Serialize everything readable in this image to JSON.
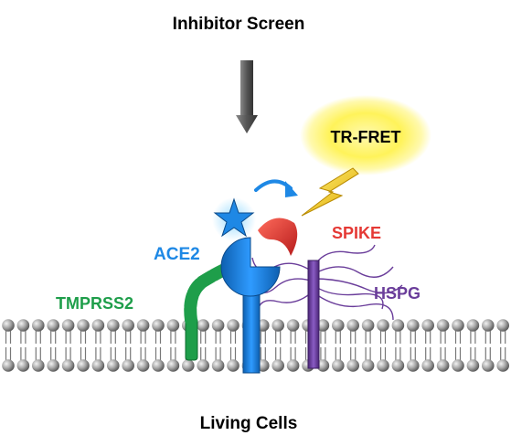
{
  "title": "Inhibitor Screen",
  "footer": "Living Cells",
  "labels": {
    "tr_fret": "TR-FRET",
    "spike": "SPIKE",
    "ace2": "ACE2",
    "hspg": "HSPG",
    "tmprss2": "TMPRSS2"
  },
  "colors": {
    "ace2": "#1e88e5",
    "spike": "#e53935",
    "hspg": "#6a3d9a",
    "tmprss2": "#1e9e4a",
    "glow": "#fff35a",
    "bolt": "#f2c400",
    "membrane_head": "#9e9e9e",
    "arrow": "#555555"
  }
}
